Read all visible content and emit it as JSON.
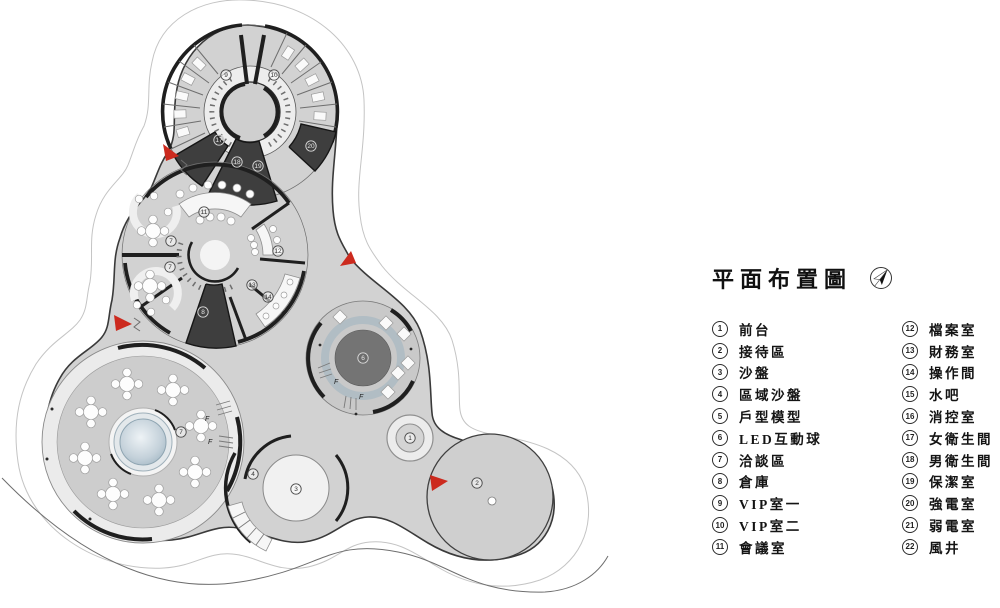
{
  "panel": {
    "title": "平面布置圖",
    "compass_icon": "north-compass-icon"
  },
  "legend": {
    "items": [
      {
        "num": "1",
        "label": "前台"
      },
      {
        "num": "2",
        "label": "接待區"
      },
      {
        "num": "3",
        "label": "沙盤"
      },
      {
        "num": "4",
        "label": "區域沙盤"
      },
      {
        "num": "5",
        "label": "戶型模型"
      },
      {
        "num": "6",
        "label": "LED互動球"
      },
      {
        "num": "7",
        "label": "洽談區"
      },
      {
        "num": "8",
        "label": "倉庫"
      },
      {
        "num": "9",
        "label": "VIP室一"
      },
      {
        "num": "10",
        "label": "VIP室二"
      },
      {
        "num": "11",
        "label": "會議室"
      },
      {
        "num": "12",
        "label": "檔案室"
      },
      {
        "num": "13",
        "label": "財務室"
      },
      {
        "num": "14",
        "label": "操作間"
      },
      {
        "num": "15",
        "label": "水吧"
      },
      {
        "num": "16",
        "label": "消控室"
      },
      {
        "num": "17",
        "label": "女衛生間"
      },
      {
        "num": "18",
        "label": "男衛生間"
      },
      {
        "num": "19",
        "label": "保潔室"
      },
      {
        "num": "20",
        "label": "強電室"
      },
      {
        "num": "21",
        "label": "弱電室"
      },
      {
        "num": "22",
        "label": "風井"
      }
    ]
  },
  "plan": {
    "stair_label": "F",
    "markers": {
      "n1": "1",
      "n2": "2",
      "n3": "3",
      "n4": "4",
      "n6": "6",
      "n7": "7",
      "n8": "8",
      "n9": "9",
      "n10": "10",
      "n11": "11",
      "n12": "12",
      "n13": "13",
      "n14": "14",
      "n17": "17",
      "n18": "18",
      "n19": "19",
      "n20": "20"
    },
    "colors": {
      "floor": "#d2d2d2",
      "dark_room": "#3e3e3e",
      "water_blue": "#bfcdd6",
      "entrance_red": "#cc2a1e"
    }
  }
}
